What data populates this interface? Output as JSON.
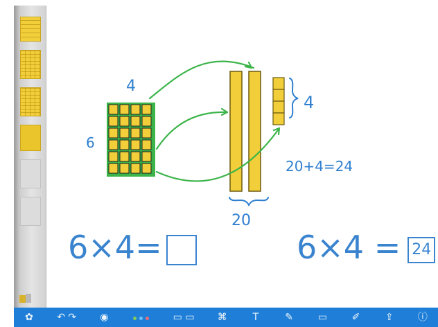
{
  "canvas": {
    "label_cols": "4",
    "label_rows": "6",
    "label_ones": "4",
    "label_tens": "20",
    "sum_note": "20+4=24"
  },
  "equations": {
    "left": "6×4=",
    "right": "6×4 =",
    "right_answer": "24"
  },
  "colors": {
    "ink_blue": "#3a84cf",
    "arrow_green": "#3cb44a",
    "tile_yellow": "#f2cf3a",
    "toolbar_blue": "#1f7fd8"
  },
  "tray": {
    "items": [
      "ten-frame-strip",
      "hundred-grid",
      "tens-grid",
      "unit-tile",
      "blank-tile",
      "blank-tile"
    ]
  },
  "toolbar": {
    "buttons": [
      {
        "icon": "settings-icon",
        "glyph": "✿"
      },
      {
        "icon": "undo-redo-icon",
        "glyph": "↶ ↷"
      },
      {
        "icon": "eye-icon",
        "glyph": "◉"
      },
      {
        "icon": "color-dots-icon",
        "glyph": ""
      },
      {
        "icon": "shape-icon",
        "glyph": "▭ ▭"
      },
      {
        "icon": "arrange-icon",
        "glyph": "⌘"
      },
      {
        "icon": "text-icon",
        "glyph": "T"
      },
      {
        "icon": "pen-icon",
        "glyph": "✎"
      },
      {
        "icon": "eraser-icon",
        "glyph": "▭"
      },
      {
        "icon": "marker-icon",
        "glyph": "✐"
      },
      {
        "icon": "share-icon",
        "glyph": "⇪"
      },
      {
        "icon": "info-icon",
        "glyph": "ⓘ"
      }
    ]
  }
}
